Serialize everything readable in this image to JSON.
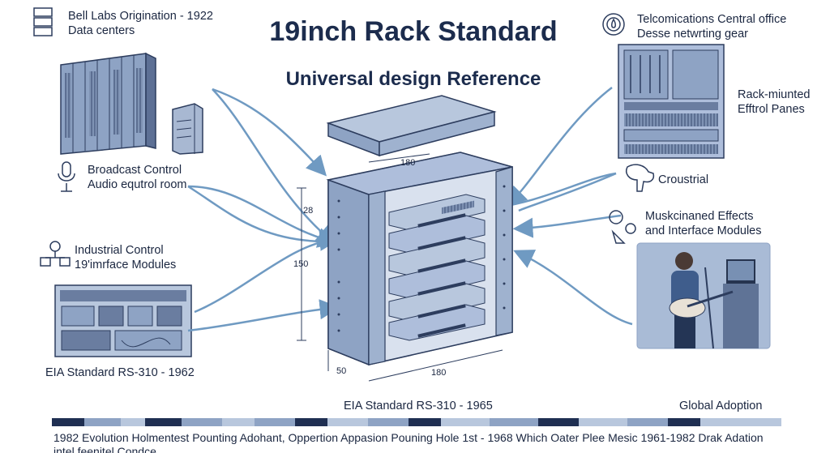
{
  "title": "19inch Rack Standard",
  "subtitle": "Universal design Reference",
  "left_labels": [
    {
      "line1": "Bell Labs Origination - 1922",
      "line2": "Data centers",
      "icon": "server-stack-icon"
    },
    {
      "line1": "Broadcast Control",
      "line2": "Audio equtrol room",
      "icon": "microphone-icon"
    },
    {
      "line1": "Industrial Control",
      "line2": "19'imrface Modules",
      "icon": "org-chart-icon"
    }
  ],
  "left_bottom_label": "EIA Standard RS-310 - 1962",
  "right_labels": [
    {
      "line1": "Telcomications Central office",
      "line2": "Desse netwrting gear",
      "icon": "gear-drop-icon"
    },
    {
      "line1": "Rack-miunted",
      "line2": "Efftrol Panes",
      "icon": ""
    },
    {
      "line1": "Croustrial",
      "line2": "",
      "icon": "pipe-wrench-icon"
    },
    {
      "line1": "Muskcinaned Effects",
      "line2": "and Interface Modules",
      "icon": "gears-icon"
    }
  ],
  "dimensions": {
    "top_width": "180",
    "height_upper": "28",
    "height_main": "150",
    "depth": "50",
    "bottom_width": "180"
  },
  "center_bottom_label": "EIA Standard RS-310 - 1965",
  "global_adoption": "Global Adoption",
  "timeline_line1": "1982  Evolution  Holmentest Pounting Adohant, Oppertion  Appasion  Pouning Hole  1st - 1968  Which  Oater Plee  Mesic 1961-1982  Drak Adation",
  "timeline_line2": "intel feenitel Condce",
  "colors": {
    "navy": "#1c2c4d",
    "steel": "#8ea3c4",
    "light": "#b8c7dd",
    "arrow": "#6f9ac2"
  }
}
